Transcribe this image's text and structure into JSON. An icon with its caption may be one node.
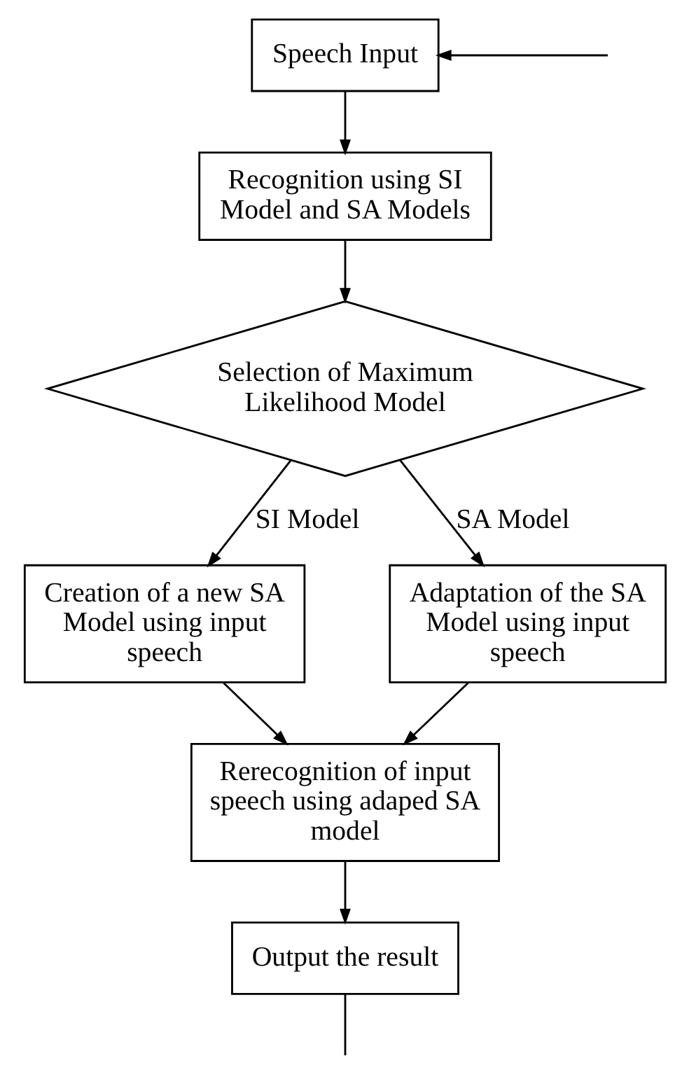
{
  "diagram": {
    "nodes": [
      {
        "text": [
          "Speech Input"
        ]
      },
      {
        "text": [
          "Recognition using SI Model and SA Models"
        ]
      },
      {
        "text": [
          "Selection of Maximum Likelihood Model"
        ]
      },
      {
        "text": [
          "Creation of a new SA Model using input speech"
        ]
      },
      {
        "text": [
          "Adaptation of the SA Model using input speech"
        ]
      },
      {
        "text": [
          "Rerecognition of input speech using adaped SA model"
        ]
      },
      {
        "text": [
          "Output the result"
        ]
      }
    ],
    "edges": [
      {
        "from": 0,
        "to": 1,
        "arrow": "to"
      },
      {
        "from": 1,
        "to": 2,
        "arrow": "to"
      },
      {
        "from": 2,
        "to": 3,
        "arrow": "to",
        "label": "SI Model"
      },
      {
        "from": 2,
        "to": 4,
        "arrow": "to",
        "label": "SA Model"
      },
      {
        "from": 3,
        "to": 5,
        "arrow": "to"
      },
      {
        "from": 4,
        "to": 5,
        "arrow": "to"
      },
      {
        "from": 5,
        "to": 6,
        "arrow": "to"
      },
      {
        "from": 6,
        "to": null,
        "arrow": "none"
      },
      {
        "from": null,
        "to": 0,
        "arrow": "to"
      }
    ]
  }
}
